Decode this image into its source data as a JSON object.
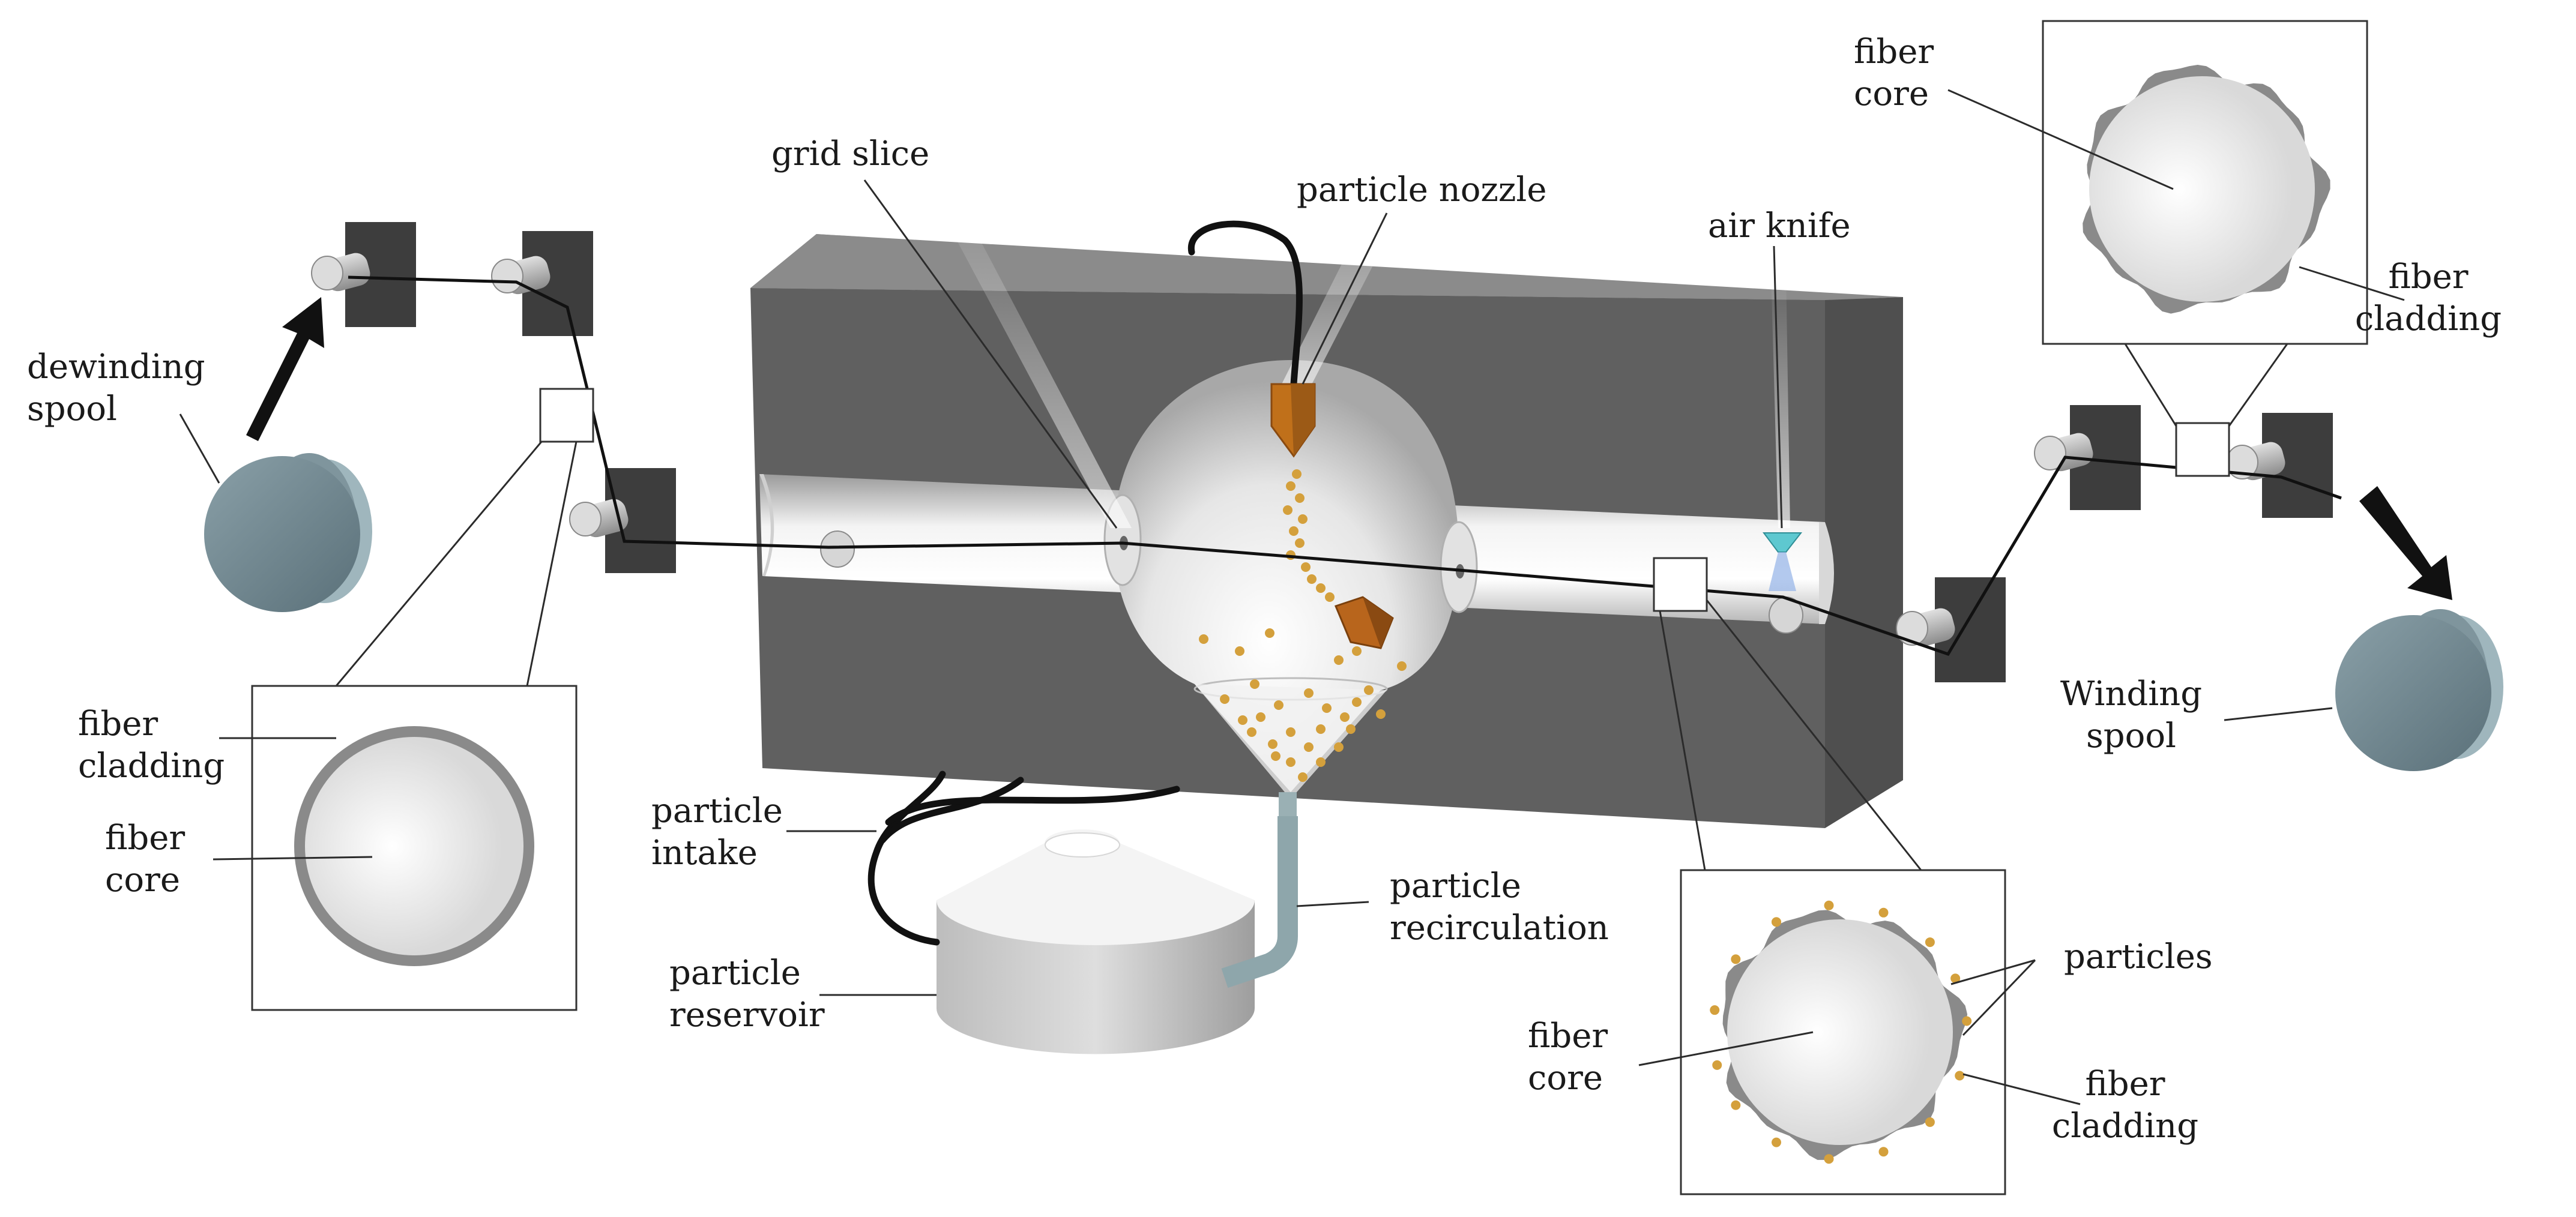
{
  "labels": {
    "dewinding_spool": [
      "dewinding",
      "spool"
    ],
    "grid_slice": [
      "grid slice"
    ],
    "particle_nozzle": [
      "particle nozzle"
    ],
    "air_knife": [
      "air knife"
    ],
    "fiber_core_top": [
      "fiber",
      "core"
    ],
    "fiber_cladding_top": [
      "fiber",
      "cladding"
    ],
    "winding_spool": [
      "Winding",
      "spool"
    ],
    "fiber_cladding_left": [
      "fiber",
      "cladding"
    ],
    "fiber_core_left": [
      "fiber",
      "core"
    ],
    "particle_intake": [
      "particle",
      "intake"
    ],
    "particle_reservoir": [
      "particle",
      "reservoir"
    ],
    "particle_recirculation": [
      "particle",
      "recirculation"
    ],
    "fiber_core_bottom": [
      "fiber",
      "core"
    ],
    "particles": [
      "particles"
    ],
    "fiber_cladding_bottom": [
      "fiber",
      "cladding"
    ]
  },
  "colors": {
    "housing_front": "#5c5c5c",
    "housing_top": "#8a8a8a",
    "housing_side": "#4a4a4a",
    "spool": "#6f8790",
    "particle": "#d4a03c",
    "nozzle": "#c0701a",
    "air_knife": "#5ec8d0",
    "fiber": "#111111"
  }
}
